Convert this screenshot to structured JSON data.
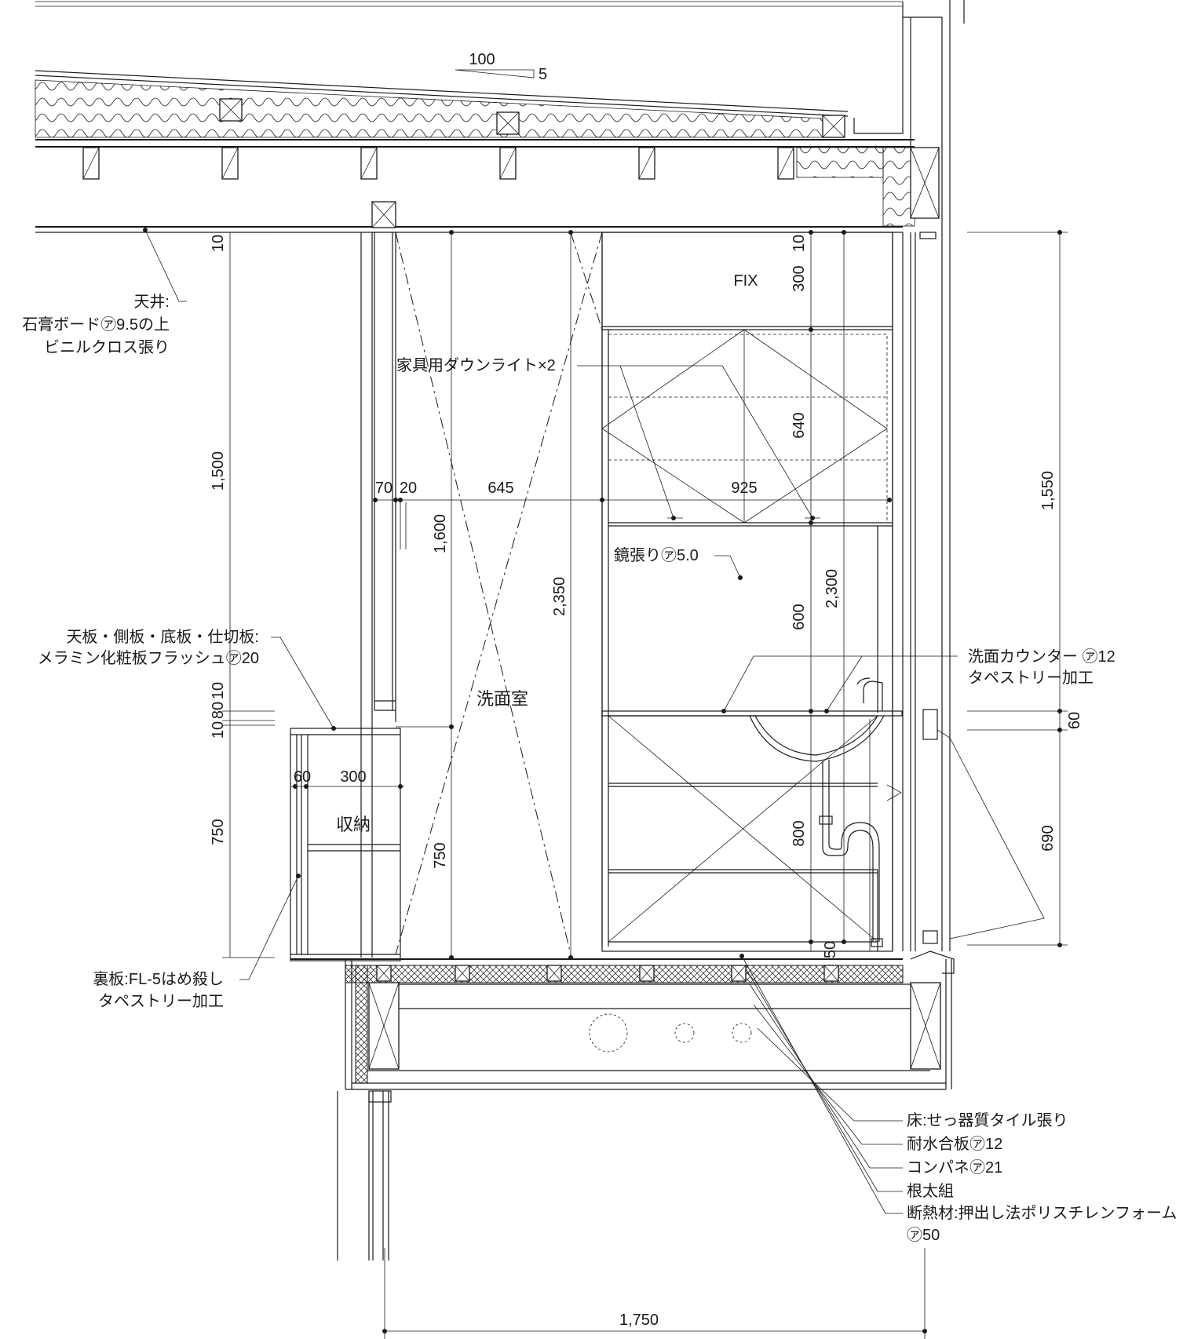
{
  "roof_slope": {
    "run": "100",
    "rise": "5"
  },
  "ceiling_label": [
    "天井:",
    "石膏ボード㋐9.5の上",
    "ビニルクロス張り"
  ],
  "downlight_label": "家具用ダウンライト×2",
  "fix_label": "FIX",
  "mirror_label": "鏡張り㋐5.0",
  "counter_label": [
    "洗面カウンター ㋐12",
    "タペストリー加工"
  ],
  "cabinet_label": [
    "天板・側板・底板・仕切板:",
    "メラミン化粧板フラッシュ㋐20"
  ],
  "back_panel_label": [
    "裏板:FL-5はめ殺し",
    "タペストリー加工"
  ],
  "room_name": "洗面室",
  "storage_name": "収納",
  "floor_layers": [
    "床:せっ器質タイル張り",
    "耐水合板㋐12",
    "コンパネ㋐21",
    "根太組",
    "断熱材:押出し法ポリスチレンフォーム",
    "㋐50"
  ],
  "dimensions": {
    "left_10_top": "10",
    "left_1500": "1,500",
    "left_10_80_a": "10",
    "left_10_80_b": "80",
    "left_10_80_c": "10",
    "left_750": "750",
    "cab_60": "60",
    "cab_300": "300",
    "h_70": "70",
    "h_20": "20",
    "h_645": "645",
    "h_925": "925",
    "v_1600": "1,600",
    "v_2350": "2,350",
    "v_750_room": "750",
    "r_10": "10",
    "r_300": "300",
    "r_640": "640",
    "r_600": "600",
    "r_800": "800",
    "r_50": "50",
    "r_2300": "2,300",
    "far_1550": "1,550",
    "far_60": "60",
    "far_690": "690",
    "bottom_1750": "1,750"
  }
}
